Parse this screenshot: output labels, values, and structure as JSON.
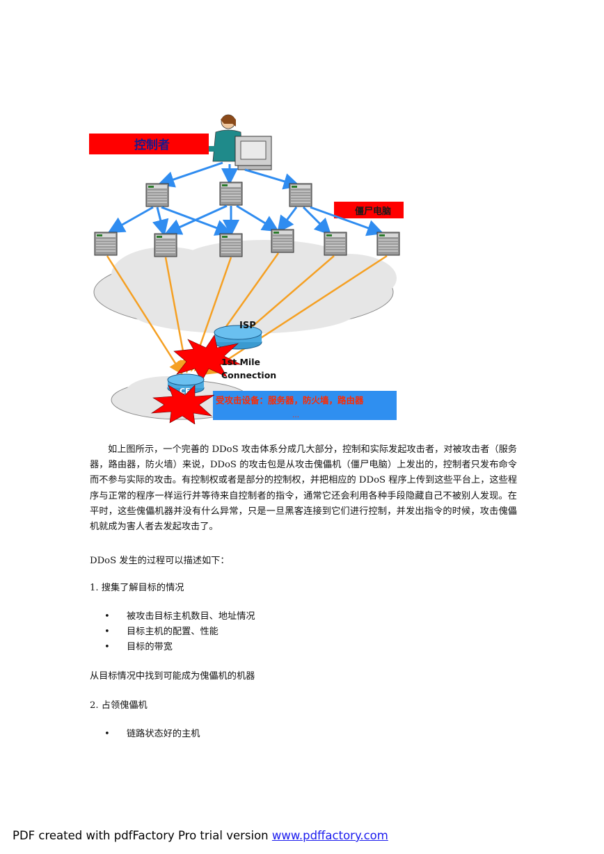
{
  "figure": {
    "controller_label": "控制者",
    "zombie_label": "僵尸电脑",
    "isp_label": "ISP",
    "mile_label_1": "1st Mile",
    "mile_label_2": "Connection",
    "ce_label": "CE",
    "victim_label": "受攻击设备：服务器，防火墙，路由器",
    "victim_sub": "…",
    "colors": {
      "label_red": "#ff0000",
      "arrow_blue": "#2f8cf0",
      "attack_orange": "#f5a023",
      "victim_blue": "#2f8ff0",
      "burst_red": "#ff0000"
    }
  },
  "body": {
    "paragraph1": "如上图所示，一个完善的 DDoS 攻击体系分成几大部分，控制和实际发起攻击者，对被攻击者（服务器，路由器，防火墙）来说，DDoS 的攻击包是从攻击傀儡机（僵尸电脑）上发出的，控制者只发布命令而不参与实际的攻击。有控制权或者是部分的控制权，并把相应的 DDoS 程序上传到这些平台上，这些程序与正常的程序一样运行并等待来自控制者的指令，通常它还会利用各种手段隐藏自己不被别人发现。在平时，这些傀儡机器并没有什么异常，只是一旦黑客连接到它们进行控制，并发出指令的时候，攻击傀儡机就成为害人者去发起攻击了。",
    "process_intro": "DDoS 发生的过程可以描述如下：",
    "step1_title": "1.  搜集了解目标的情况",
    "step1_bullets": [
      "被攻击目标主机数目、地址情况",
      "目标主机的配置、性能",
      "目标的带宽"
    ],
    "step1_note": "从目标情况中找到可能成为傀儡机的机器",
    "step2_title": "2.  占领傀儡机",
    "step2_bullets": [
      "链路状态好的主机"
    ],
    "bullet_char": "•"
  },
  "footer": {
    "text": "PDF created with pdfFactory Pro trial version ",
    "link": "www.pdffactory.com"
  }
}
